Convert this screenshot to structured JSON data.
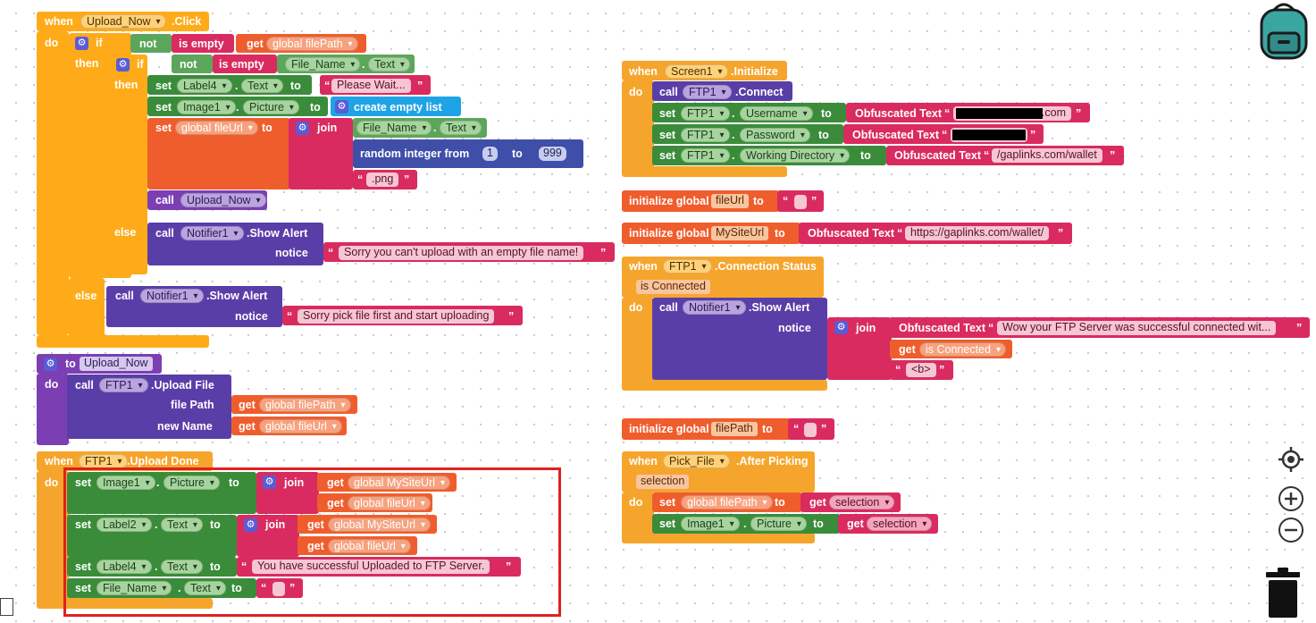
{
  "kw": {
    "when": "when",
    "do": "do",
    "then": "then",
    "else": "else",
    "if": "if",
    "not": "not",
    "is_empty": "is empty",
    "get": "get",
    "set": "set",
    "to": "to",
    "call": "call",
    "join": "join",
    "dot": ".",
    "click": ".Click",
    "create_empty_list": "create empty list",
    "random_integer_from": "random integer from",
    "show_alert": ".Show Alert",
    "notice": "notice",
    "upload_file": ".Upload File",
    "file_path": "file Path",
    "new_name": "new Name",
    "upload_done": ".Upload Done",
    "initialize": ".Initialize",
    "connect": ".Connect",
    "obfuscated_text": "Obfuscated Text",
    "initialize_global": "initialize global",
    "connection_status": ".Connection Status",
    "after_picking": ".After Picking",
    "quote_open": "“",
    "quote_close": "”"
  },
  "upload_click": {
    "component": "Upload_Now",
    "global_filePath": "global filePath",
    "file_name": "File_Name",
    "text_prop": "Text",
    "label4": "Label4",
    "please_wait": "Please Wait...",
    "image1": "Image1",
    "picture": "Picture",
    "global_fileUrl": "global fileUrl",
    "rand_min": "1",
    "rand_max": "999",
    "ext": ".png",
    "proc": "Upload_Now",
    "notifier": "Notifier1",
    "msg_empty_name": "Sorry you can't upload with an empty file name!",
    "msg_pick_file": "Sorry pick file first and start uploading"
  },
  "upload_proc": {
    "name": "Upload_Now",
    "ftp": "FTP1",
    "file_path_var": "global filePath",
    "new_name_var": "global fileUrl"
  },
  "upload_done": {
    "component": "FTP1",
    "image1": "Image1",
    "picture": "Picture",
    "site_url": "global MySiteUrl",
    "file_url": "global fileUrl",
    "label2": "Label2",
    "text_prop": "Text",
    "label4": "Label4",
    "success_msg": "You have successful Uploaded to FTP Server.",
    "file_name": "File_Name"
  },
  "screen_init": {
    "screen": "Screen1",
    "ftp": "FTP1",
    "username": "Username",
    "password": "Password",
    "working_dir": "Working Directory",
    "username_suffix": ".com",
    "working_dir_value": "/gaplinks.com/wallet"
  },
  "globals": {
    "fileUrl": "fileUrl",
    "mysiteurl": "MySiteUrl",
    "mysiteurl_value": "https://gaplinks.com/wallet/",
    "filePath": "filePath"
  },
  "conn_status": {
    "component": "FTP1",
    "param": "is Connected",
    "notifier": "Notifier1",
    "msg": "Wow your FTP Server was successful connected wit...",
    "get_param": "is Connected",
    "tag": "<b>"
  },
  "pick_file": {
    "component": "Pick_File",
    "param": "selection",
    "global_filePath": "global filePath",
    "image1": "Image1",
    "picture": "Picture",
    "get_param": "selection"
  },
  "colors": {
    "event": "#ffab19",
    "text": "#d92b5f",
    "variable": "#f05d2c",
    "setter": "#3a8c3a",
    "procedure": "#7b3fb3",
    "math": "#3f4ea8",
    "list": "#1ea4e6",
    "selection_highlight": "#e02020"
  },
  "icons": [
    "backpack-icon",
    "center-target-icon",
    "zoom-in-icon",
    "zoom-out-icon",
    "trash-icon"
  ]
}
